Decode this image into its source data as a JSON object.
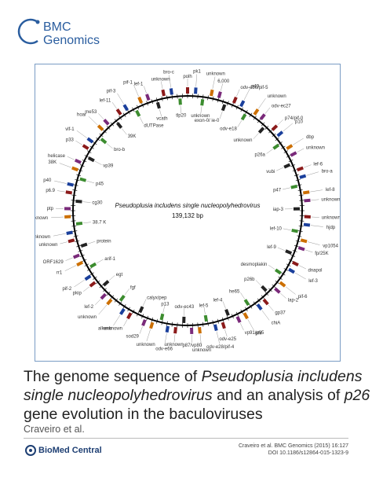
{
  "journal": {
    "line1": "BMC",
    "line2": "Genomics"
  },
  "figure": {
    "center_name": "Pseudoplusia includens single nucleopolyhedrovirus",
    "center_size": "139,132 bp",
    "gene_labels": [
      "polh",
      "pk1",
      "unknown",
      "unknown",
      "6,000",
      "exon-0/ ie-0",
      "odv-e56/pif-5",
      "p49",
      "odv-e18",
      "unknown",
      "odv-ec27",
      "unknown",
      "p74/pif-0",
      "p10",
      "p26a",
      "dbp",
      "unknown",
      "vubi",
      "lef-6",
      "bro-a",
      "p47",
      "lef-8",
      "unknown",
      "iap-3",
      "unknown",
      "hjdp",
      "lef-10",
      "vp1054",
      "fp/25K",
      "lef-9",
      "dnapol",
      "lef-3",
      "desmoplakin",
      "pif-6",
      "lap-2",
      "p26b",
      "gp37",
      "chiA",
      "he65",
      "phr",
      "vp91/p95",
      "lef-4",
      "odv-e25",
      "odv-e28/pif-4",
      "lef-5",
      "unknown",
      "p87/vp80",
      "odv-ec43",
      "unknown",
      "odv-e66",
      "p13",
      "unknown",
      "sod29",
      "calyx/pep",
      "unknown",
      "alkexo",
      "fgf",
      "unknown",
      "lef-2",
      "egt",
      "pkip",
      "pif-2",
      "arif-1",
      "rr1",
      "ORF1629",
      "protein",
      "unknown",
      "unknown",
      "38.7 K",
      "unknown",
      "ptp",
      "cg30",
      "p6.9",
      "p40",
      "p45",
      "38K",
      "helicase",
      "vp39",
      "p33",
      "vlf-1",
      "bro-b",
      "hoar",
      "me53",
      "39K",
      "lef-11",
      "pif-3",
      "dUTPase",
      "pif-1",
      "lef-1",
      "vcath",
      "unknown",
      "bro-c",
      "tlp20"
    ]
  },
  "title": {
    "part1": "The genome sequence of ",
    "species": "Pseudoplusia includens",
    "part2": "single nucleopolyhedrovirus",
    "part3": " and an analysis of ",
    "gene": "p26",
    "part4": "gene evolution in the baculoviruses"
  },
  "authors": "Craveiro et al.",
  "publisher": "BioMed Central",
  "citation": {
    "journal_ref": "Craveiro et al. BMC Genomics (2015) 16:127",
    "doi": "DOI 10.1186/s12864-015-1323-9"
  },
  "colors": {
    "brand": "#2a5d9f",
    "frame": "#7a9cc4"
  }
}
